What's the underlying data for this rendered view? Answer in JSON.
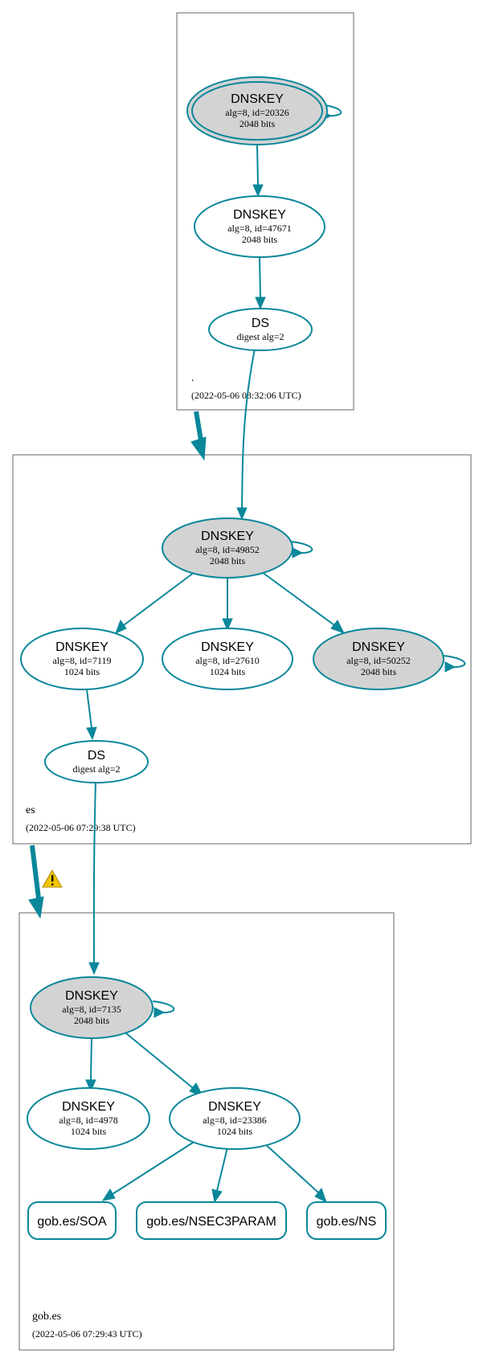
{
  "zones": {
    "root": {
      "name": ".",
      "date": "(2022-05-06 03:32:06 UTC)"
    },
    "es": {
      "name": "es",
      "date": "(2022-05-06 07:29:38 UTC)"
    },
    "gob": {
      "name": "gob.es",
      "date": "(2022-05-06 07:29:43 UTC)"
    }
  },
  "nodes": {
    "root_ksk": {
      "type": "DNSKEY",
      "line1": "alg=8, id=20326",
      "line2": "2048 bits"
    },
    "root_zsk": {
      "type": "DNSKEY",
      "line1": "alg=8, id=47671",
      "line2": "2048 bits"
    },
    "root_ds": {
      "type": "DS",
      "line1": "digest alg=2"
    },
    "es_ksk": {
      "type": "DNSKEY",
      "line1": "alg=8, id=49852",
      "line2": "2048 bits"
    },
    "es_zsk1": {
      "type": "DNSKEY",
      "line1": "alg=8, id=7119",
      "line2": "1024 bits"
    },
    "es_zsk2": {
      "type": "DNSKEY",
      "line1": "alg=8, id=27610",
      "line2": "1024 bits"
    },
    "es_ksk2": {
      "type": "DNSKEY",
      "line1": "alg=8, id=50252",
      "line2": "2048 bits"
    },
    "es_ds": {
      "type": "DS",
      "line1": "digest alg=2"
    },
    "gob_ksk": {
      "type": "DNSKEY",
      "line1": "alg=8, id=7135",
      "line2": "2048 bits"
    },
    "gob_zsk1": {
      "type": "DNSKEY",
      "line1": "alg=8, id=4978",
      "line2": "1024 bits"
    },
    "gob_zsk2": {
      "type": "DNSKEY",
      "line1": "alg=8, id=23386",
      "line2": "1024 bits"
    },
    "gob_soa": {
      "label": "gob.es/SOA"
    },
    "gob_nsec3": {
      "label": "gob.es/NSEC3PARAM"
    },
    "gob_ns": {
      "label": "gob.es/NS"
    }
  },
  "colors": {
    "edge": "#0a879a",
    "ksk_fill": "#d3d3d3",
    "warning": "#f2c500"
  },
  "icons": {
    "warning": "warning-icon"
  }
}
